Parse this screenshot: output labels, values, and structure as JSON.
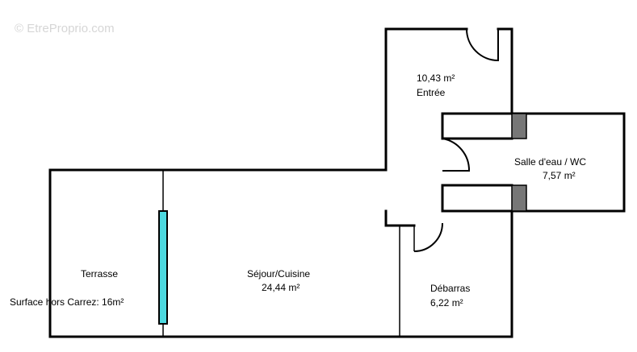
{
  "watermark": "© EtreProprio.com",
  "colors": {
    "walls": "#000000",
    "glass_door": "#4dd9e0",
    "wc_blocks": "#777777",
    "watermark": "#d6d6d6"
  },
  "rooms": {
    "entree": {
      "area": "10,43  m²",
      "name": "Entrée"
    },
    "salle_eau": {
      "name": "Salle d'eau / WC",
      "area": "7,57  m²"
    },
    "terrasse": {
      "name": "Terrasse",
      "note": "Surface hors Carrez: 16m²"
    },
    "sejour": {
      "name": "Séjour/Cuisine",
      "area": "24,44  m²"
    },
    "debarras": {
      "name": "Débarras",
      "area": "6,22  m²"
    }
  }
}
